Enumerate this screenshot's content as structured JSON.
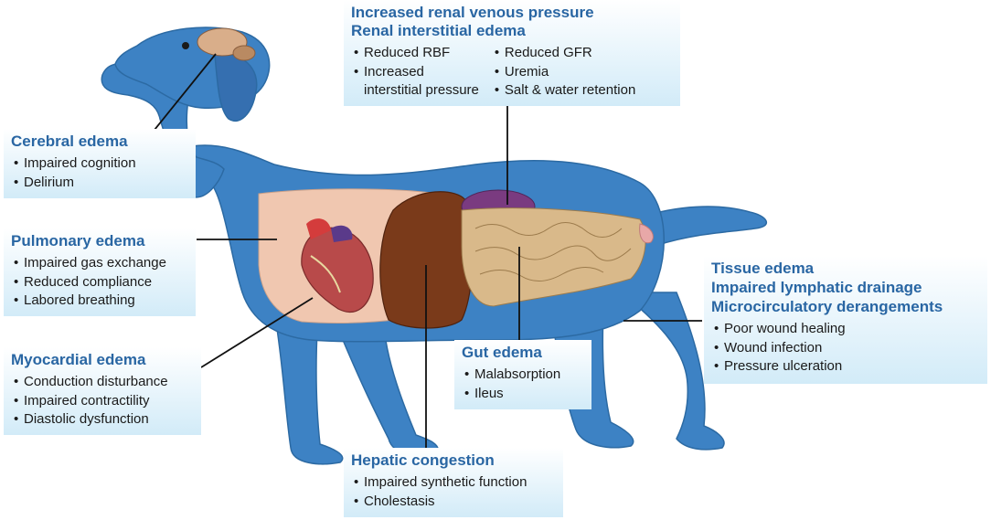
{
  "colors": {
    "dog": "#3d82c4",
    "heading": "#2966a3",
    "box_bottom": "#d2ebf8",
    "liver": "#7a3a1a",
    "heart": "#b84a4a",
    "intestine": "#d9b98a",
    "kidney": "#7a3b80",
    "lung": "#f0c7b0"
  },
  "cerebral": {
    "title": "Cerebral edema",
    "items": [
      "Impaired cognition",
      "Delirium"
    ]
  },
  "renal": {
    "title_1": "Increased renal venous pressure",
    "title_2": "Renal interstitial edema",
    "col1": [
      "Reduced RBF",
      "Increased",
      "interstitial pressure"
    ],
    "col2": [
      "Reduced GFR",
      "Uremia",
      "Salt & water retention"
    ]
  },
  "pulmonary": {
    "title": "Pulmonary edema",
    "items": [
      "Impaired gas exchange",
      "Reduced compliance",
      "Labored breathing"
    ]
  },
  "myocardial": {
    "title": "Myocardial edema",
    "items": [
      "Conduction disturbance",
      "Impaired contractility",
      "Diastolic dysfunction"
    ]
  },
  "tissue": {
    "title_1": "Tissue edema",
    "title_2": "Impaired lymphatic drainage",
    "title_3": "Microcirculatory derangements",
    "items": [
      "Poor wound healing",
      "Wound infection",
      "Pressure ulceration"
    ]
  },
  "gut": {
    "title": "Gut edema",
    "items": [
      "Malabsorption",
      "Ileus"
    ]
  },
  "hepatic": {
    "title": "Hepatic congestion",
    "items": [
      "Impaired synthetic function",
      "Cholestasis"
    ]
  }
}
